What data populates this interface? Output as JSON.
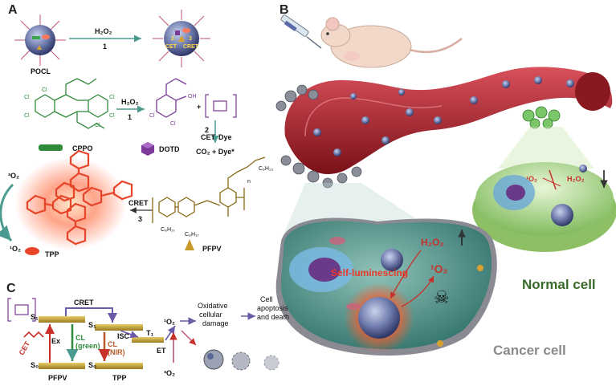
{
  "panels": {
    "a": {
      "label": "A",
      "pocl": "POCL",
      "h2o2": "H₂O₂",
      "step1": "1",
      "step2": "2",
      "step3": "3",
      "cet": "CET",
      "cret": "CRET",
      "cppo": "CPPO",
      "dotd": "DOTD",
      "dye": "Dye",
      "co2_dye": "CO₂ + Dye*",
      "tpp": "TPP",
      "pfpv": "PFPV",
      "triplet_o2": "³O₂",
      "singlet_o2": "¹O₂",
      "c6h13": "C₆H₁₃",
      "c8h17_a": "C₈H₁₇",
      "c8h17_b": "C₈H₁₇",
      "n": "n"
    },
    "b": {
      "label": "B",
      "h2o2": "H₂O₂",
      "singlet_o2": "¹O₂",
      "self_luminescing": "Self-luminescing",
      "normal_cell": "Normal cell",
      "cancer_cell": "Cancer cell"
    },
    "c": {
      "label": "C",
      "s1_pfpv": "S₁",
      "s0_pfpv": "S₀",
      "s1_tpp": "S₁",
      "s0_tpp": "S₀",
      "t1": "T₁",
      "cret": "CRET",
      "isc": "ISC",
      "et": "ET",
      "cet": "CET",
      "ex": "Ex",
      "cl_green_1": "CL",
      "cl_green_2": "(green)",
      "cl_nir_1": "CL",
      "cl_nir_2": "(NIR)",
      "pfpv": "PFPV",
      "tpp": "TPP",
      "singlet_o2": "¹O₂",
      "triplet_o2": "³O₂",
      "oxidative_1": "Oxidative",
      "oxidative_2": "cellular",
      "oxidative_3": "damage",
      "cell_1": "Cell",
      "cell_2": "apoptosis",
      "cell_3": "and death"
    }
  },
  "colors": {
    "vessel": "#b3202a",
    "cancer_cell": "#4f8f86",
    "normal_cell": "#9fd078",
    "tpp_glow": "#e8442a",
    "cppo": "#2f8a3a",
    "dotd": "#7a3a98",
    "pfpv_level": "#b89a2e"
  }
}
